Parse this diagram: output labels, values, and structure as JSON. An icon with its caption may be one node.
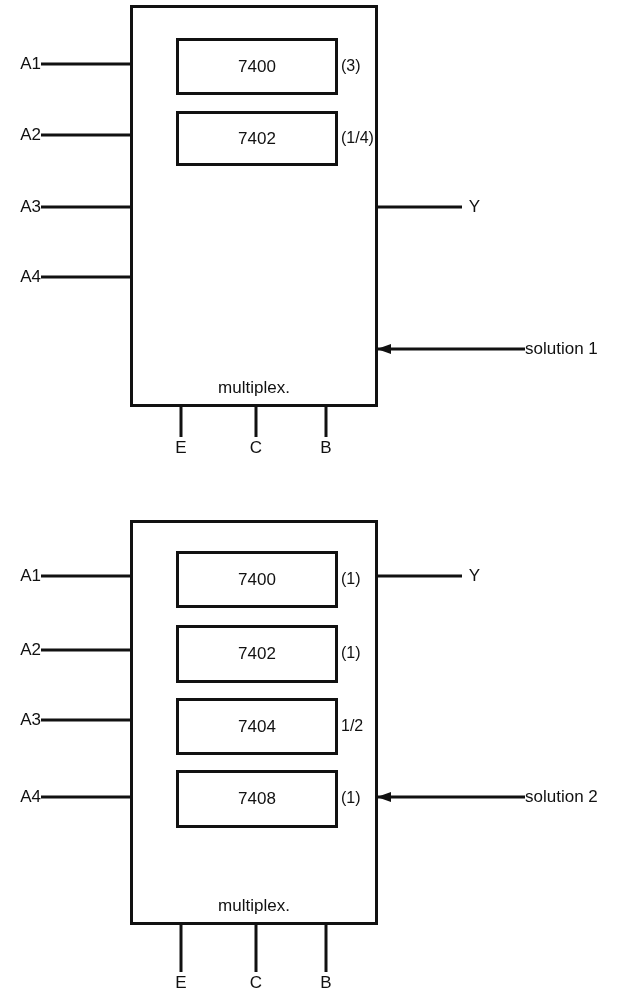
{
  "diagram": {
    "nodes": [
      {
        "text": [
          "multiplex."
        ]
      },
      {
        "text": [
          "7400"
        ],
        "in": 0,
        "beside": [
          "(3)"
        ]
      },
      {
        "text": [
          "7402"
        ],
        "in": 0,
        "beside": [
          "(1/4)"
        ]
      },
      {
        "text": [
          "A1"
        ]
      },
      {
        "text": [
          "A2"
        ]
      },
      {
        "text": [
          "A3"
        ]
      },
      {
        "text": [
          "A4"
        ]
      },
      {
        "text": [
          "Y"
        ]
      },
      {
        "text": [
          "E"
        ]
      },
      {
        "text": [
          "C"
        ]
      },
      {
        "text": [
          "B"
        ]
      },
      {
        "text": [
          "solution 1"
        ]
      },
      {
        "text": [
          "multiplex."
        ]
      },
      {
        "text": [
          "7400"
        ],
        "in": 12,
        "beside": [
          "(1)"
        ]
      },
      {
        "text": [
          "7402"
        ],
        "in": 12,
        "beside": [
          "(1)"
        ]
      },
      {
        "text": [
          "7404"
        ],
        "in": 12,
        "beside": [
          "1/2"
        ]
      },
      {
        "text": [
          "7408"
        ],
        "in": 12,
        "beside": [
          "(1)"
        ]
      },
      {
        "text": [
          "A1"
        ]
      },
      {
        "text": [
          "A2"
        ]
      },
      {
        "text": [
          "A3"
        ]
      },
      {
        "text": [
          "A4"
        ]
      },
      {
        "text": [
          "Y"
        ]
      },
      {
        "text": [
          "E"
        ]
      },
      {
        "text": [
          "C"
        ]
      },
      {
        "text": [
          "B"
        ]
      },
      {
        "text": [
          "solution 2"
        ]
      }
    ],
    "edges": [
      {
        "from": 3,
        "to": 0,
        "arrow": "none"
      },
      {
        "from": 4,
        "to": 0,
        "arrow": "none"
      },
      {
        "from": 5,
        "to": 0,
        "arrow": "none"
      },
      {
        "from": 6,
        "to": 0,
        "arrow": "none"
      },
      {
        "from": 0,
        "to": 7,
        "arrow": "none"
      },
      {
        "from": 0,
        "to": 8,
        "arrow": "none"
      },
      {
        "from": 0,
        "to": 9,
        "arrow": "none"
      },
      {
        "from": 0,
        "to": 10,
        "arrow": "none"
      },
      {
        "from": 11,
        "to": 0,
        "arrow": "to"
      },
      {
        "from": 17,
        "to": 12,
        "arrow": "none"
      },
      {
        "from": 18,
        "to": 12,
        "arrow": "none"
      },
      {
        "from": 19,
        "to": 12,
        "arrow": "none"
      },
      {
        "from": 20,
        "to": 12,
        "arrow": "none"
      },
      {
        "from": 12,
        "to": 21,
        "arrow": "none"
      },
      {
        "from": 12,
        "to": 22,
        "arrow": "none"
      },
      {
        "from": 12,
        "to": 23,
        "arrow": "none"
      },
      {
        "from": 12,
        "to": 24,
        "arrow": "none"
      },
      {
        "from": 25,
        "to": 12,
        "arrow": "to"
      }
    ]
  }
}
